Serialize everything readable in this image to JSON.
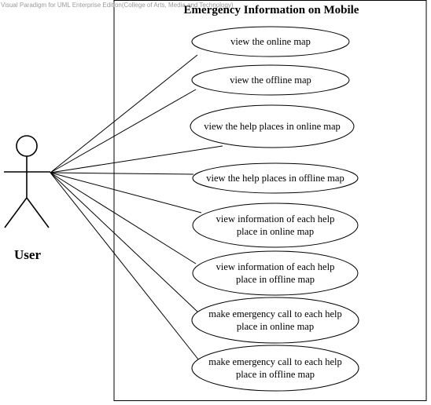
{
  "watermark": "Visual Paradigm for UML Enterprise Edition(College of Arts, Media and Technology)",
  "system": {
    "title": "Emergency Information on Mobile"
  },
  "actor": {
    "name": "User"
  },
  "use_cases": [
    {
      "lines": [
        "view the online map"
      ]
    },
    {
      "lines": [
        "view the offline map"
      ]
    },
    {
      "lines": [
        "view the help places in online map"
      ]
    },
    {
      "lines": [
        "view the help places in offline map"
      ]
    },
    {
      "lines": [
        "view information of each help",
        "place in online map"
      ]
    },
    {
      "lines": [
        "view information of each help",
        "place in offline map"
      ]
    },
    {
      "lines": [
        "make emergency call to each help",
        "place in online map"
      ]
    },
    {
      "lines": [
        "make emergency call to each help",
        "place in offline map"
      ]
    }
  ]
}
